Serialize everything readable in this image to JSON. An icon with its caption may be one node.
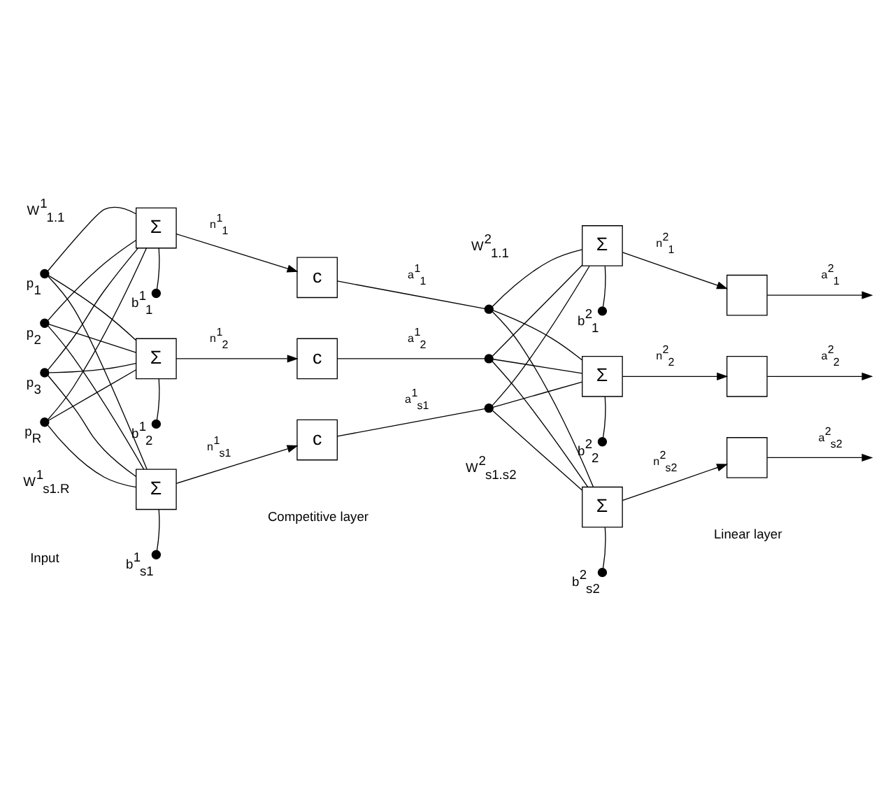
{
  "diagram": {
    "nodes": [
      {
        "text": [],
        "shape": "circle",
        "beside": [
          "p$_{1}$"
        ]
      },
      {
        "text": [],
        "shape": "circle",
        "beside": [
          "p$_{2}$"
        ]
      },
      {
        "text": [],
        "shape": "circle",
        "beside": [
          "p$_{3}$"
        ]
      },
      {
        "text": [],
        "shape": "circle",
        "beside": [
          "p$_{R}$"
        ]
      },
      {
        "text": [
          "Σ"
        ]
      },
      {
        "text": [
          "Σ"
        ]
      },
      {
        "text": [
          "Σ"
        ]
      },
      {
        "text": [],
        "shape": "circle",
        "beside": [
          "b$^{1}$$_{1}$"
        ]
      },
      {
        "text": [],
        "shape": "circle",
        "beside": [
          "b$^{1}$$_{2}$"
        ]
      },
      {
        "text": [],
        "shape": "circle",
        "beside": [
          "b$^{1}$$_{s1}$"
        ]
      },
      {
        "text": [
          "c"
        ]
      },
      {
        "text": [
          "c"
        ]
      },
      {
        "text": [
          "c"
        ]
      },
      {
        "text": [],
        "shape": "circle"
      },
      {
        "text": [],
        "shape": "circle"
      },
      {
        "text": [],
        "shape": "circle"
      },
      {
        "text": [
          "Σ"
        ]
      },
      {
        "text": [
          "Σ"
        ]
      },
      {
        "text": [
          "Σ"
        ]
      },
      {
        "text": [],
        "shape": "circle",
        "beside": [
          "b$^{2}$$_{1}$"
        ]
      },
      {
        "text": [],
        "shape": "circle",
        "beside": [
          "b$^{2}$$_{2}$"
        ]
      },
      {
        "text": [],
        "shape": "circle",
        "beside": [
          "b$^{2}$$_{s2}$"
        ]
      },
      {
        "text": [],
        "shape": "box"
      },
      {
        "text": [],
        "shape": "box"
      },
      {
        "text": [],
        "shape": "box"
      }
    ],
    "edges": [
      {
        "from": 0,
        "to": 4,
        "arrow": "none"
      },
      {
        "from": 0,
        "to": 5,
        "arrow": "none"
      },
      {
        "from": 0,
        "to": 6,
        "arrow": "none"
      },
      {
        "from": 1,
        "to": 4,
        "arrow": "none"
      },
      {
        "from": 1,
        "to": 5,
        "arrow": "none"
      },
      {
        "from": 1,
        "to": 6,
        "arrow": "none"
      },
      {
        "from": 2,
        "to": 4,
        "arrow": "none"
      },
      {
        "from": 2,
        "to": 5,
        "arrow": "none"
      },
      {
        "from": 2,
        "to": 6,
        "arrow": "none"
      },
      {
        "from": 3,
        "to": 4,
        "arrow": "none"
      },
      {
        "from": 3,
        "to": 5,
        "arrow": "none"
      },
      {
        "from": 3,
        "to": 6,
        "arrow": "none"
      },
      {
        "from": 7,
        "to": 4,
        "arrow": "none"
      },
      {
        "from": 8,
        "to": 5,
        "arrow": "none"
      },
      {
        "from": 9,
        "to": 6,
        "arrow": "none"
      },
      {
        "from": 4,
        "to": 10,
        "arrow": "to",
        "label": "n$^{1}$$_{1}$"
      },
      {
        "from": 5,
        "to": 11,
        "arrow": "to",
        "label": "n$^{1}$$_{2}$"
      },
      {
        "from": 6,
        "to": 12,
        "arrow": "to",
        "label": "n$^{1}$$_{s1}$"
      },
      {
        "from": 10,
        "to": 13,
        "arrow": "none",
        "label": "a$^{1}$$_{1}$"
      },
      {
        "from": 11,
        "to": 14,
        "arrow": "none",
        "label": "a$^{1}$$_{2}$"
      },
      {
        "from": 12,
        "to": 15,
        "arrow": "none",
        "label": "a$^{1}$$_{s1}$"
      },
      {
        "from": 13,
        "to": 16,
        "arrow": "none"
      },
      {
        "from": 13,
        "to": 17,
        "arrow": "none"
      },
      {
        "from": 13,
        "to": 18,
        "arrow": "none"
      },
      {
        "from": 14,
        "to": 16,
        "arrow": "none"
      },
      {
        "from": 14,
        "to": 17,
        "arrow": "none"
      },
      {
        "from": 14,
        "to": 18,
        "arrow": "none"
      },
      {
        "from": 15,
        "to": 16,
        "arrow": "none"
      },
      {
        "from": 15,
        "to": 17,
        "arrow": "none"
      },
      {
        "from": 15,
        "to": 18,
        "arrow": "none"
      },
      {
        "from": 19,
        "to": 16,
        "arrow": "none"
      },
      {
        "from": 20,
        "to": 17,
        "arrow": "none"
      },
      {
        "from": 21,
        "to": 18,
        "arrow": "none"
      },
      {
        "from": 16,
        "to": 22,
        "arrow": "to",
        "label": "n$^{2}$$_{1}$"
      },
      {
        "from": 17,
        "to": 23,
        "arrow": "to",
        "label": "n$^{2}$$_{2}$"
      },
      {
        "from": 18,
        "to": 24,
        "arrow": "to",
        "label": "n$^{2}$$_{s2}$"
      },
      {
        "from": 22,
        "to": null,
        "arrow": "to",
        "label": "a$^{2}$$_{1}$"
      },
      {
        "from": 23,
        "to": null,
        "arrow": "to",
        "label": "a$^{2}$$_{2}$"
      },
      {
        "from": 24,
        "to": null,
        "arrow": "to",
        "label": "a$^{2}$$_{s2}$"
      }
    ],
    "labels": [
      "W$^{1}$$_{1.1}$",
      "W$^{2}$$_{1.1}$",
      "W$^{1}$$_{s1.R}$",
      "W$^{2}$$_{s1.s2}$",
      "Input",
      "Competitive layer",
      "Linear layer"
    ]
  }
}
